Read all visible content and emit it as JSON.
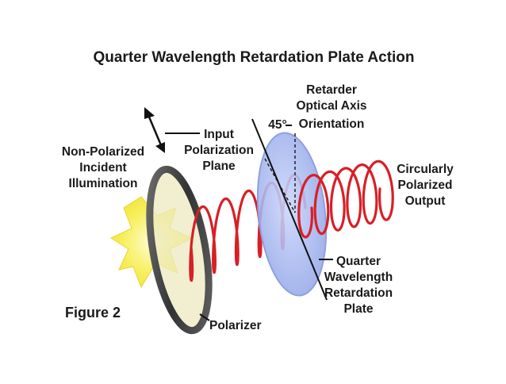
{
  "diagram": {
    "title": "Quarter Wavelength Retardation Plate Action",
    "figure_label": "Figure 2",
    "labels": {
      "non_polarized": [
        "Non-Polarized",
        "Incident",
        "Illumination"
      ],
      "input_plane": [
        "Input",
        "Polarization",
        "Plane"
      ],
      "retarder_axis": [
        "Retarder",
        "Optical Axis",
        "Orientation"
      ],
      "angle": "45°",
      "circular_output": [
        "Circularly",
        "Polarized",
        "Output"
      ],
      "quarter_plate": [
        "Quarter",
        "Wavelength",
        "Retardation",
        "Plate"
      ],
      "polarizer": "Polarizer"
    },
    "colors": {
      "wave": "#d81f26",
      "light": "#f7ef5a",
      "plate": "#a9b9ee",
      "polarizer_ring": "#4a4a4a"
    }
  }
}
